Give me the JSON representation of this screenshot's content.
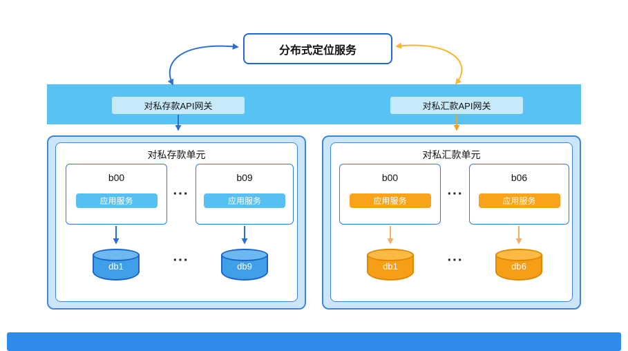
{
  "title_box": {
    "label": "分布式定位服务"
  },
  "gateways": {
    "left": "对私存款API网关",
    "right": "对私汇款API网关"
  },
  "ellipsis": "···",
  "units": {
    "left": {
      "title": "对私存款单元",
      "nodes": [
        {
          "name": "b00",
          "service": "应用服务"
        },
        {
          "name": "b09",
          "service": "应用服务"
        }
      ],
      "dbs": [
        "db1",
        "db9"
      ]
    },
    "right": {
      "title": "对私汇款单元",
      "nodes": [
        {
          "name": "b00",
          "service": "应用服务"
        },
        {
          "name": "b06",
          "service": "应用服务"
        }
      ],
      "dbs": [
        "db1",
        "db6"
      ]
    }
  },
  "colors": {
    "band": "#58C2F2",
    "bottom_bar": "#2F8BE9",
    "blue_accent": "#2A6FD6",
    "sky_chip": "#55C0F1",
    "orange_chip": "#F9A31A",
    "gold_arrow": "#FBB62E",
    "pale_orange_arrow": "#F5AD66",
    "db_blue": "#3F9FE9",
    "db_orange": "#F69E16",
    "container_fill": "#CBE5FA",
    "container_border": "#3D86E0"
  }
}
